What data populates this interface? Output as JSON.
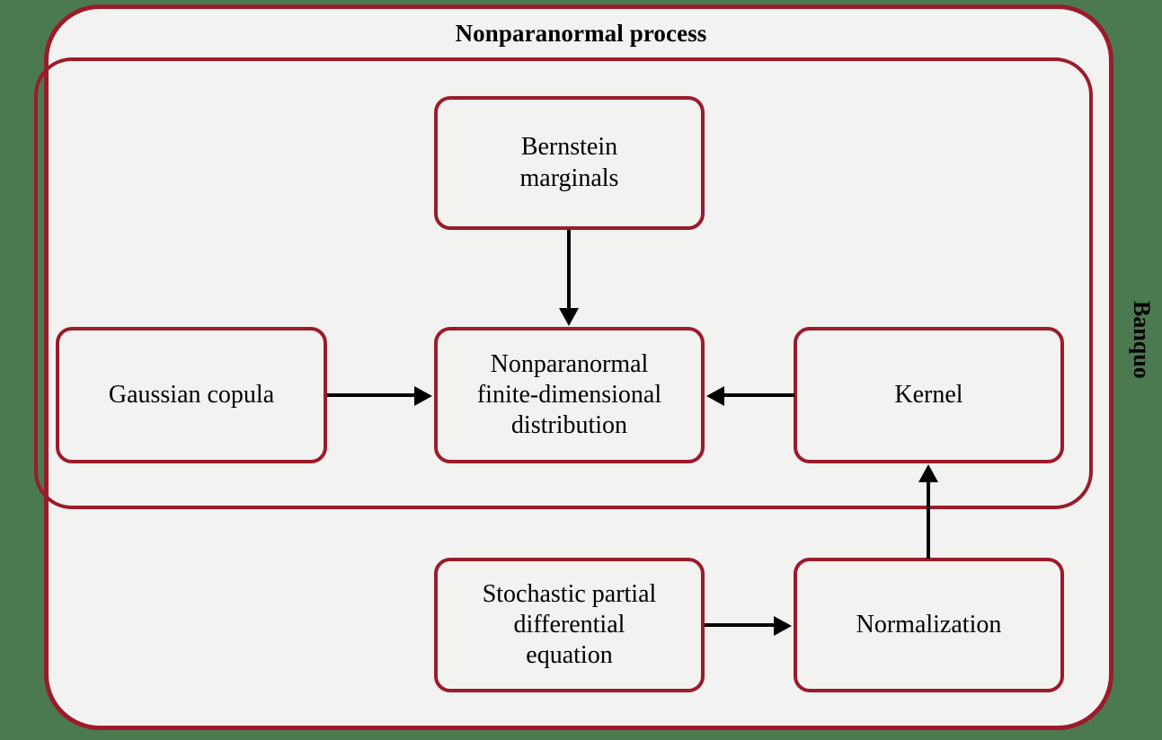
{
  "diagram": {
    "outer_container": {
      "label": "Banquo",
      "border_color": "#9b1b2c",
      "fill_color": "#f2f2f0"
    },
    "inner_container": {
      "label": "Nonparanormal process",
      "border_color": "#9b1b2c"
    },
    "canvas_background": "#4c7a50",
    "arrow_color": "#000000",
    "nodes": [
      {
        "id": "bernstein",
        "label": "Bernstein\nmarginals"
      },
      {
        "id": "gaussian",
        "label": "Gaussian copula"
      },
      {
        "id": "central",
        "label": "Nonparanormal\nfinite-dimensional\ndistribution"
      },
      {
        "id": "kernel",
        "label": "Kernel"
      },
      {
        "id": "spde",
        "label": "Stochastic partial\ndifferential\nequation"
      },
      {
        "id": "normalize",
        "label": "Normalization"
      }
    ],
    "edges": [
      {
        "id": "e1",
        "from": "bernstein",
        "to": "central",
        "direction": "down"
      },
      {
        "id": "e2",
        "from": "gaussian",
        "to": "central",
        "direction": "right"
      },
      {
        "id": "e3",
        "from": "kernel",
        "to": "central",
        "direction": "left"
      },
      {
        "id": "e4",
        "from": "normalize",
        "to": "kernel",
        "direction": "up"
      },
      {
        "id": "e5",
        "from": "spde",
        "to": "normalize",
        "direction": "right"
      }
    ]
  }
}
